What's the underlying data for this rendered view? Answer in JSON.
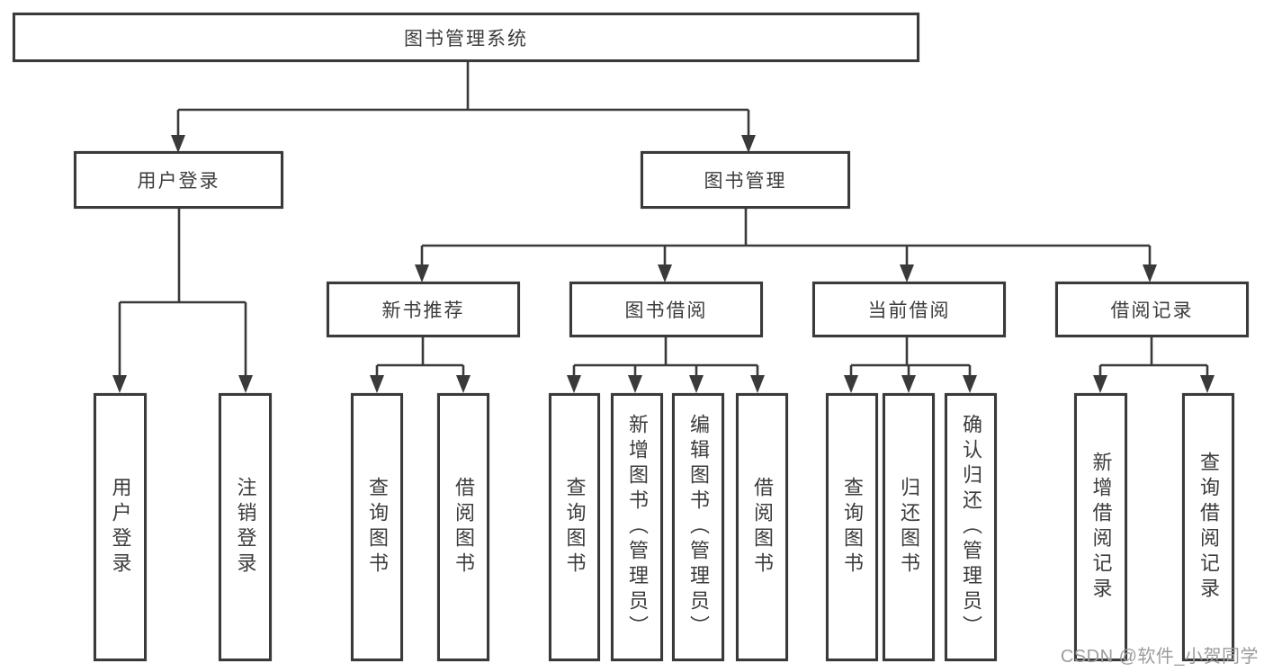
{
  "diagram": {
    "type": "hierarchy-structure-diagram",
    "root_label": "图书管理系统",
    "user_login": {
      "label": "用户登录",
      "children": [
        "用户登录",
        "注销登录"
      ]
    },
    "book_management": {
      "label": "图书管理"
    },
    "new_book": {
      "label": "新书推荐",
      "children": [
        "查询图书",
        "借阅图书"
      ]
    },
    "borrowing": {
      "label": "图书借阅",
      "children": [
        "查询图书",
        "新增图书（管理员）",
        "编辑图书（管理员）",
        "借阅图书"
      ]
    },
    "current": {
      "label": "当前借阅",
      "children": [
        "查询图书",
        "归还图书",
        "确认归还（管理员）"
      ]
    },
    "records": {
      "label": "借阅记录",
      "children": [
        "新增借阅记录",
        "查询借阅记录"
      ]
    },
    "watermark": "CSDN @软件_小贺同学",
    "colors": {
      "line": "#3a3a3a",
      "text": "#3c3c3c",
      "background": "#ffffff",
      "watermark": "#9c9c9c"
    }
  }
}
